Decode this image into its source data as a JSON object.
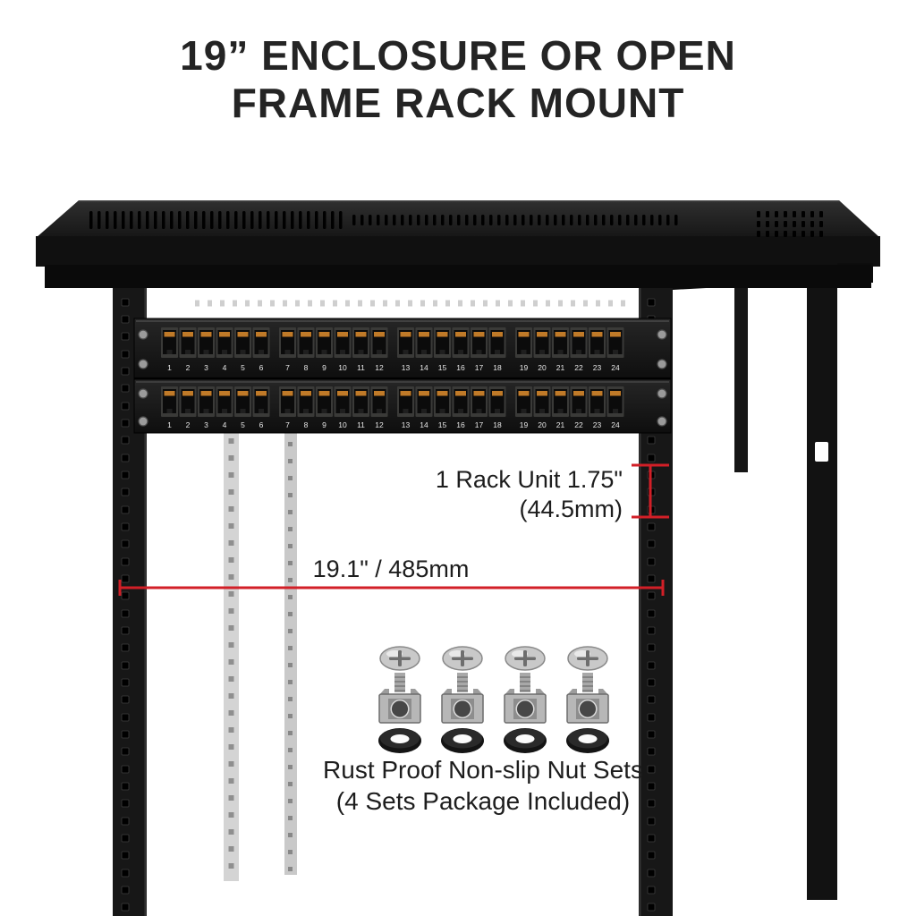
{
  "title": {
    "line1": "19” ENCLOSURE OR OPEN",
    "line2": "FRAME RACK MOUNT"
  },
  "annotations": {
    "rack_unit": {
      "line1": "1 Rack Unit 1.75\"",
      "line2": "(44.5mm)"
    },
    "width": {
      "label": "19.1\" / 485mm"
    },
    "nut_sets": {
      "line1": "Rust Proof Non-slip Nut Sets",
      "line2": "(4 Sets Package Included)"
    }
  },
  "patch_panels": {
    "count": 2,
    "groups_per_panel": 4,
    "ports_per_group": 6,
    "port_numbers": [
      "1",
      "2",
      "3",
      "4",
      "5",
      "6",
      "7",
      "8",
      "9",
      "10",
      "11",
      "12",
      "13",
      "14",
      "15",
      "16",
      "17",
      "18",
      "19",
      "20",
      "21",
      "22",
      "23",
      "24"
    ]
  },
  "hardware": {
    "nut_set_count": 4
  },
  "colors": {
    "accent_red": "#d21f27",
    "text": "#1d1d1d",
    "rack_black": "#151515",
    "port_contact": "#c07a28"
  }
}
